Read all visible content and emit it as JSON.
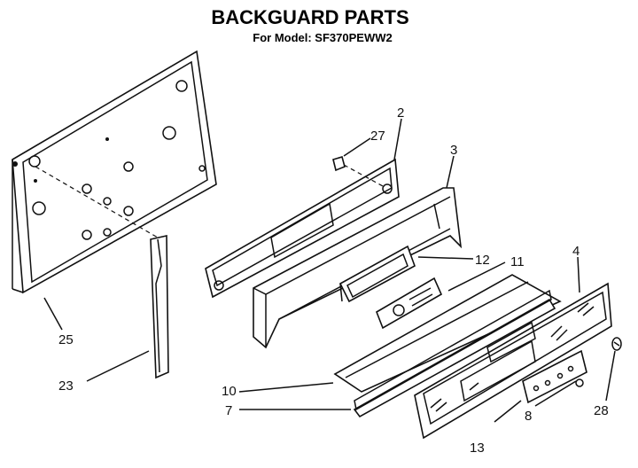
{
  "header": {
    "title": "BACKGUARD PARTS",
    "subtitle": "For Model: SF370PEWW2"
  },
  "callouts": {
    "c2": "2",
    "c27": "27",
    "c3": "3",
    "c12": "12",
    "c11": "11",
    "c4": "4",
    "c25": "25",
    "c23": "23",
    "c10": "10",
    "c7": "7",
    "c8": "8",
    "c28": "28",
    "c13": "13"
  }
}
